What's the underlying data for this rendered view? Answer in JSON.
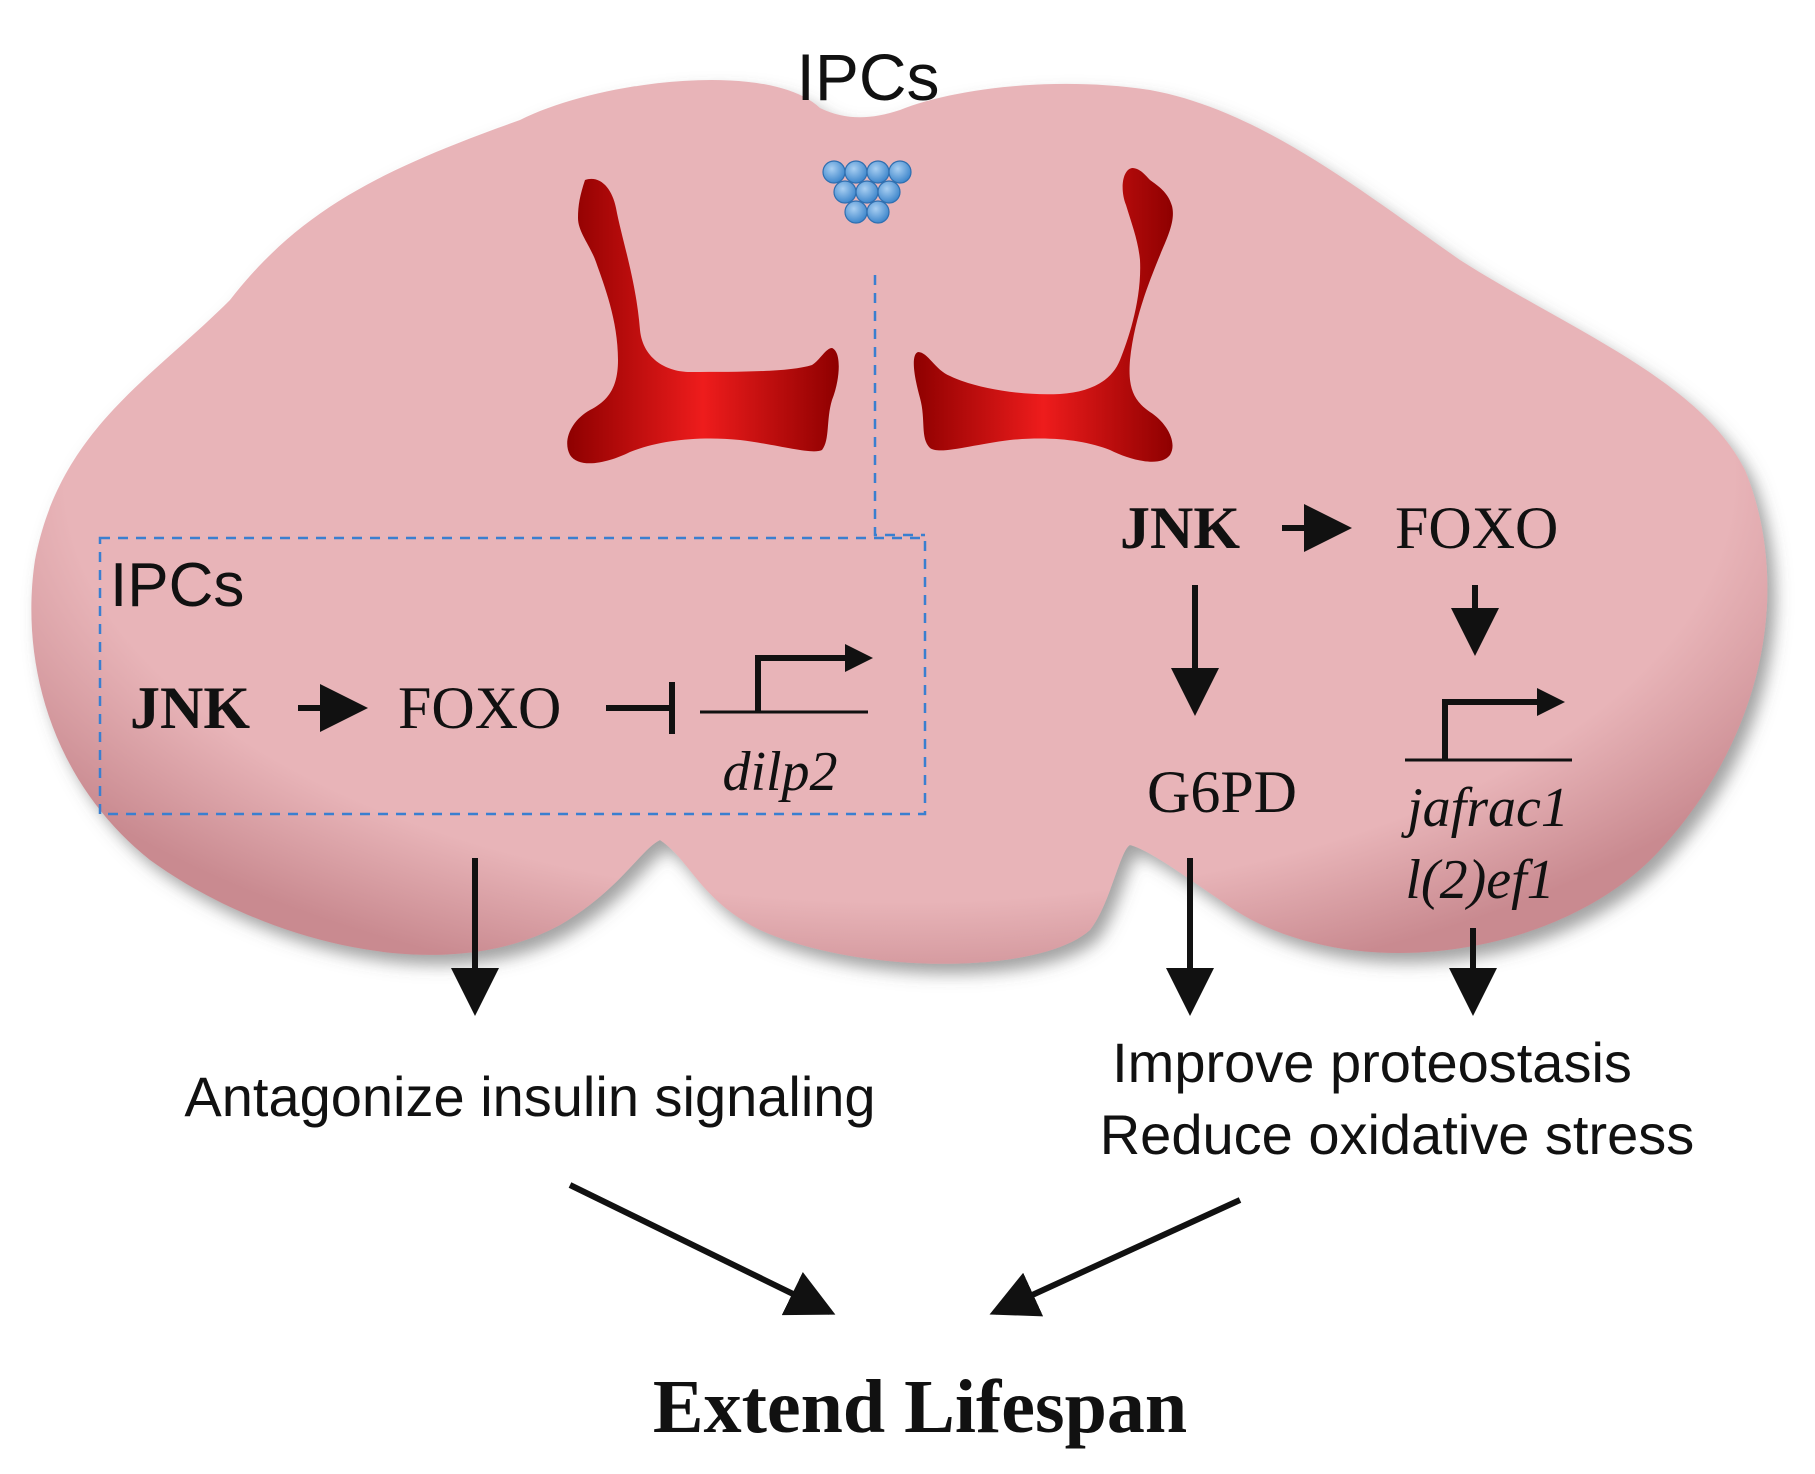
{
  "brain": {
    "top_label": "IPCs",
    "fill_color": "#e8b4b8",
    "mushroom_body_color": "#d41414",
    "ipc_cell_color": "#5b9bd5"
  },
  "ipc_box": {
    "label": "IPCs",
    "border_color": "#3a7fd0",
    "jnk": "JNK",
    "foxo": "FOXO",
    "gene": "dilp2"
  },
  "right_pathway": {
    "jnk": "JNK",
    "foxo": "FOXO",
    "g6pd": "G6PD",
    "gene1": "jafrac1",
    "gene2": "l(2)ef1"
  },
  "outcomes": {
    "left": "Antagonize insulin signaling",
    "right_line1": "Improve proteostasis",
    "right_line2": "Reduce oxidative stress",
    "final": "Extend Lifespan"
  }
}
